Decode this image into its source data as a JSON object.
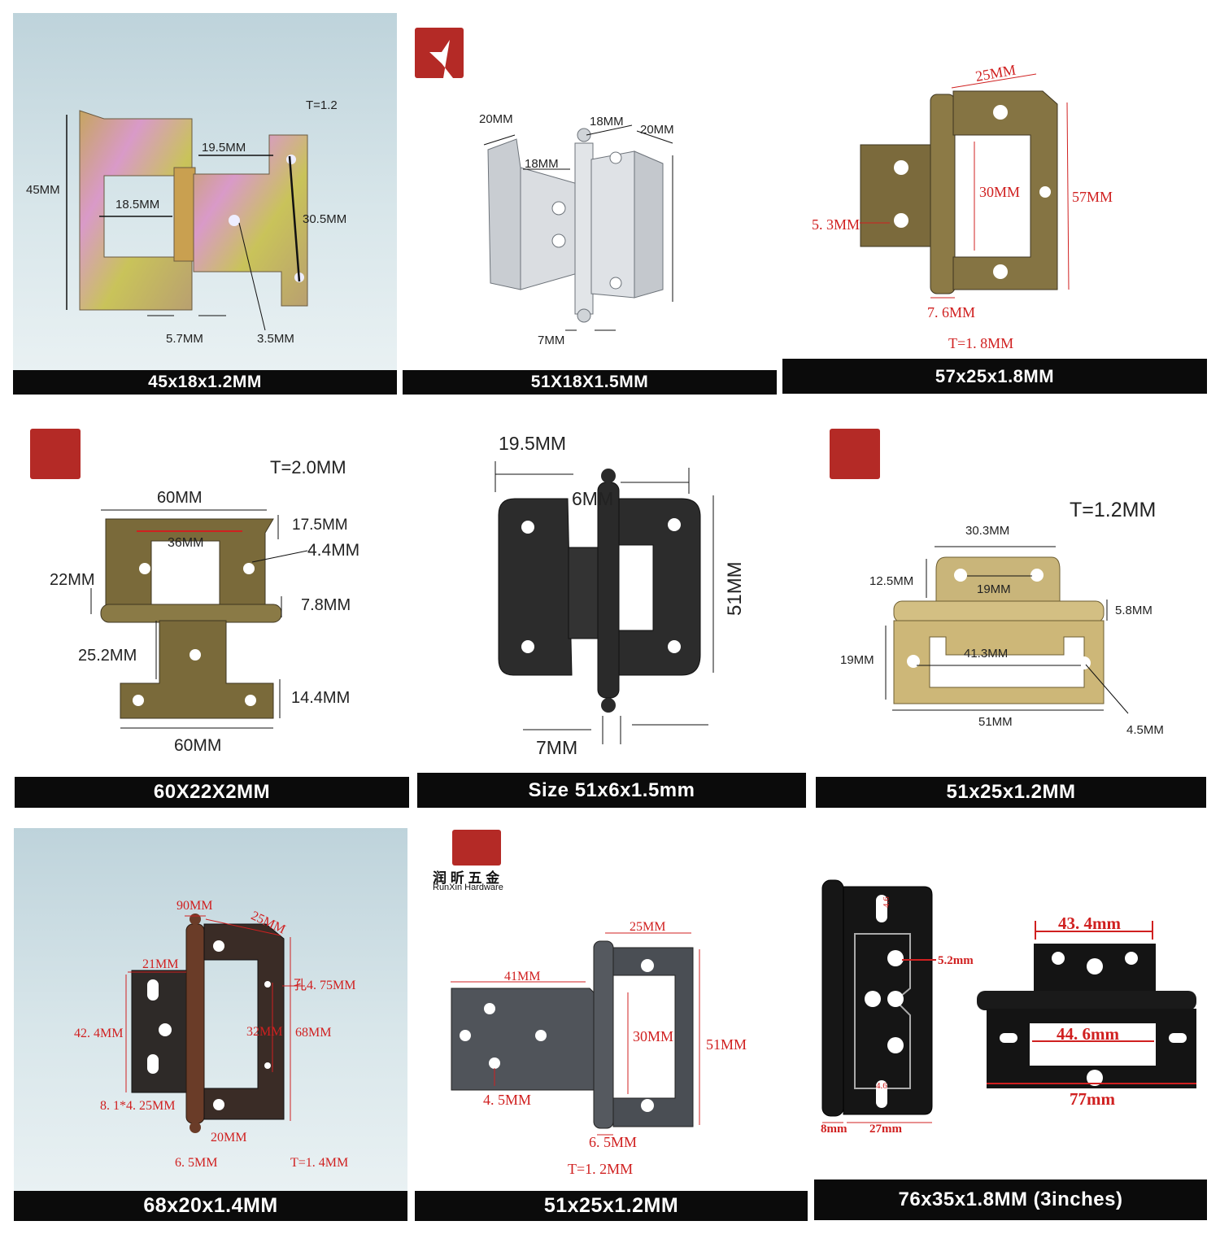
{
  "products": [
    {
      "label": "45x18x1.2MM",
      "dims": [
        "45MM",
        "18.5MM",
        "19.5MM",
        "30.5MM",
        "5.7MM",
        "3.5MM",
        "T=1.2"
      ]
    },
    {
      "label": "51X18X1.5MM",
      "dims": [
        "20MM",
        "18MM",
        "18MM",
        "20MM",
        "7MM"
      ]
    },
    {
      "label": "57x25x1.8MM",
      "dims": [
        "25MM",
        "30MM",
        "57MM",
        "5. 3MM",
        "7. 6MM",
        "T=1. 8MM"
      ]
    },
    {
      "label": "60X22X2MM",
      "dims": [
        "T=2.0MM",
        "60MM",
        "17.5MM",
        "36MM",
        "4.4MM",
        "22MM",
        "7.8MM",
        "25.2MM",
        "14.4MM",
        "60MM"
      ]
    },
    {
      "label": "Size 51x6x1.5mm",
      "dims": [
        "19.5MM",
        "6MM",
        "51MM",
        "7MM"
      ]
    },
    {
      "label": "51x25x1.2MM",
      "dims": [
        "T=1.2MM",
        "30.3MM",
        "12.5MM",
        "19MM",
        "5.8MM",
        "19MM",
        "41.3MM",
        "51MM",
        "4.5MM"
      ]
    },
    {
      "label": "68x20x1.4MM",
      "dims": [
        "90MM",
        "25MM",
        "21MM",
        "孔4. 75MM",
        "42. 4MM",
        "32MM",
        "68MM",
        "8. 1*4. 25MM",
        "20MM",
        "6. 5MM",
        "T=1. 4MM"
      ]
    },
    {
      "label": "51x25x1.2MM",
      "dims": [
        "25MM",
        "41MM",
        "30MM",
        "51MM",
        "4. 5MM",
        "6. 5MM",
        "T=1. 2MM"
      ]
    },
    {
      "label": "76x35x1.8MM (3inches)",
      "dims": [
        "4.6",
        "5.2mm",
        "4.6",
        "8mm",
        "27mm",
        "43. 4mm",
        "44. 6mm",
        "77mm"
      ]
    }
  ],
  "brand": {
    "name_cn": "润 昕 五 金",
    "name_en": "RunXin Hardware"
  },
  "colors": {
    "logo_red": "#b42a26",
    "dim_red": "#d02020",
    "bar": "#0b0b0b"
  }
}
